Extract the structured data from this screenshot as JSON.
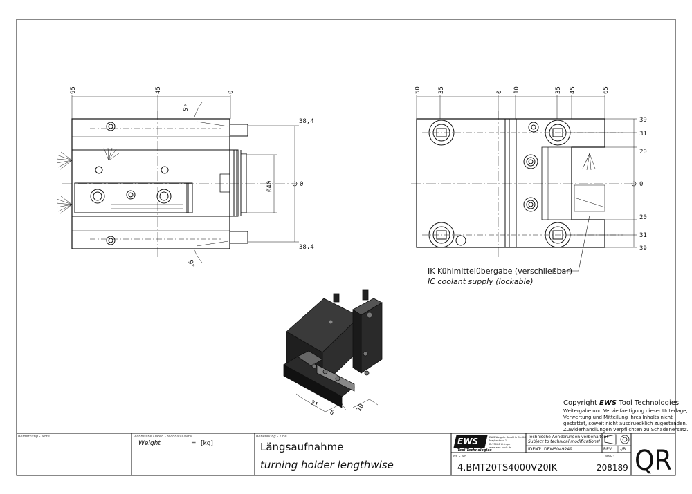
{
  "front_view": {
    "top_dims": [
      "95",
      "45",
      "0"
    ],
    "angle_top": "9°",
    "angle_bottom": "9°",
    "right_dims": [
      "38,4",
      "0",
      "38,4"
    ],
    "diameter": "Ø40"
  },
  "side_view": {
    "top_dims": [
      "50",
      "35",
      "0",
      "10",
      "35",
      "45",
      "65"
    ],
    "right_dims": [
      "39",
      "31",
      "20",
      "0",
      "20",
      "31",
      "39"
    ]
  },
  "annotation": {
    "de": "IK Kühlmittelübergabe (verschließbar)",
    "en": "IC coolant supply (lockable)"
  },
  "iso_view": {
    "dims": [
      "31",
      "6",
      "10"
    ]
  },
  "copyright": {
    "prefix": "Copyright ",
    "brand": "EWS",
    "suffix": " Tool Technologies",
    "line1": "Weitergabe und Vervielfaeltigung dieser Unterlage,",
    "line2": "Verwertung und Mitteilung ihres Inhalts nicht",
    "line3": "gestattet, soweit nicht ausdruecklich zugestanden.",
    "line4": "Zuwiderhandlungen verpflichten zu Schadenersatz."
  },
  "title_block": {
    "note_label": "Bemerkung - Note",
    "tech_label": "Technische Daten - technical data",
    "weight_label": "Weight",
    "weight_eq": "=",
    "weight_unit": "[kg]",
    "title_label": "Benennung - Title",
    "title_de": "Längsaufnahme",
    "title_en": "turning holder lengthwise",
    "logo_text": "EWS",
    "logo_sub": "Tool Technologies",
    "company1": "EWS Weigele GmbH & Co. KG",
    "company2": "Maybachstr. 1",
    "company3": "D-73066 Uhingen",
    "company4": "www.ews-tools.de",
    "notice_de": "Technische Aenderungen vorbehalten!",
    "notice_en": "Subject to technical modifications!",
    "ident_label": "IDENT:",
    "ident_value": "DEWS049249",
    "rev_label": "REV:",
    "rev_value": "-/B",
    "nr_label": "Nr. - No.",
    "part_number": "4.BMT20TS4000V20IK",
    "mnr_label": "MNR:",
    "mnr_value": "208189",
    "qr": "QR"
  }
}
